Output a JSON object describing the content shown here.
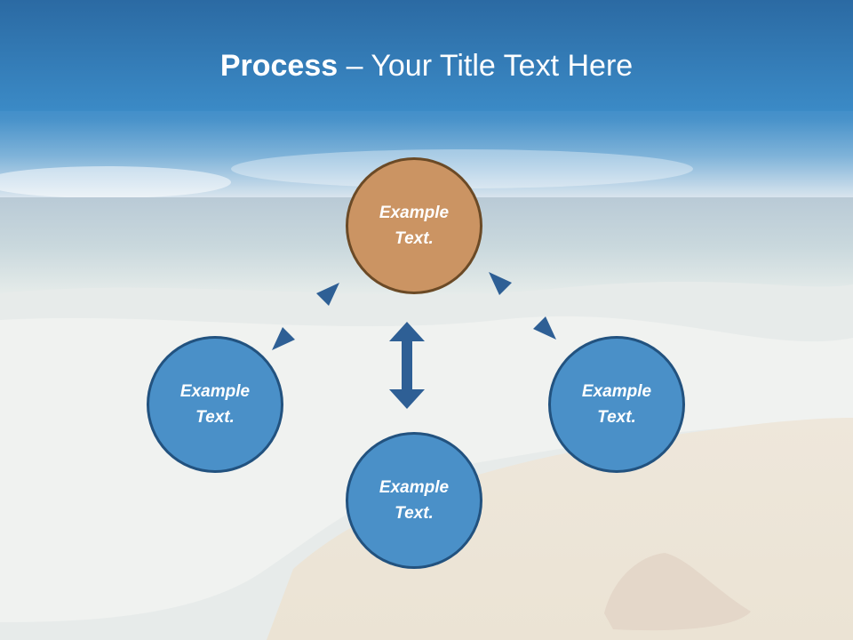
{
  "slide": {
    "title_bold": "Process",
    "title_rest": " – Your Title Text Here"
  },
  "diagram": {
    "center": {
      "label": "Example\nText."
    },
    "left": {
      "label": "Example\nText."
    },
    "right": {
      "label": "Example\nText."
    },
    "bottom": {
      "label": "Example\nText."
    }
  },
  "colors": {
    "sky_top": "#2d6ea6",
    "sky_band": "#3e8cc8",
    "center_fill": "#cb9463",
    "center_border": "#6b4a26",
    "node_fill": "#4a90c8",
    "node_border": "#22527f",
    "arrow": "#2e5f95",
    "title_text": "#ffffff"
  }
}
